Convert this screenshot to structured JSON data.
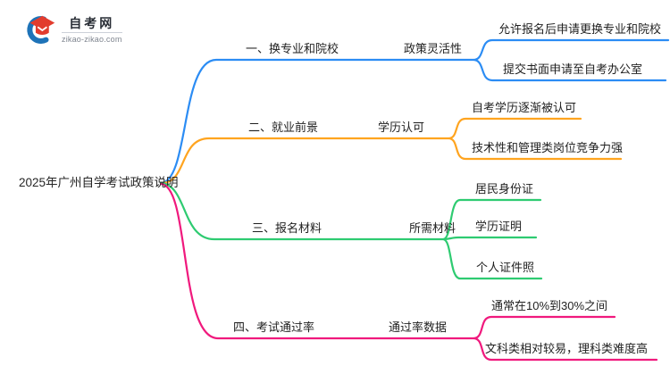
{
  "logo": {
    "title": "自考网",
    "domain": "zikao-zikao.com",
    "cap_color": "#e23c2e",
    "swoosh_color": "#1e73b8"
  },
  "root": {
    "label": "2025年广州自学考试政策说明"
  },
  "branches": [
    {
      "label": "一、换专业和院校",
      "sublabel": "政策灵活性",
      "color": "#2b8cf4",
      "children": [
        "允许报名后申请更换专业和院校",
        "提交书面申请至自考办公室"
      ]
    },
    {
      "label": "二、就业前景",
      "sublabel": "学历认可",
      "color": "#ffa41f",
      "children": [
        "自考学历逐渐被认可",
        "技术性和管理类岗位竞争力强"
      ]
    },
    {
      "label": "三、报名材料",
      "sublabel": "所需材料",
      "color": "#2ecb71",
      "children": [
        "居民身份证",
        "学历证明",
        "个人证件照"
      ]
    },
    {
      "label": "四、考试通过率",
      "sublabel": "通过率数据",
      "color": "#f0197d",
      "children": [
        "通常在10%到30%之间",
        "文科类相对较易，理科类难度高"
      ]
    }
  ]
}
